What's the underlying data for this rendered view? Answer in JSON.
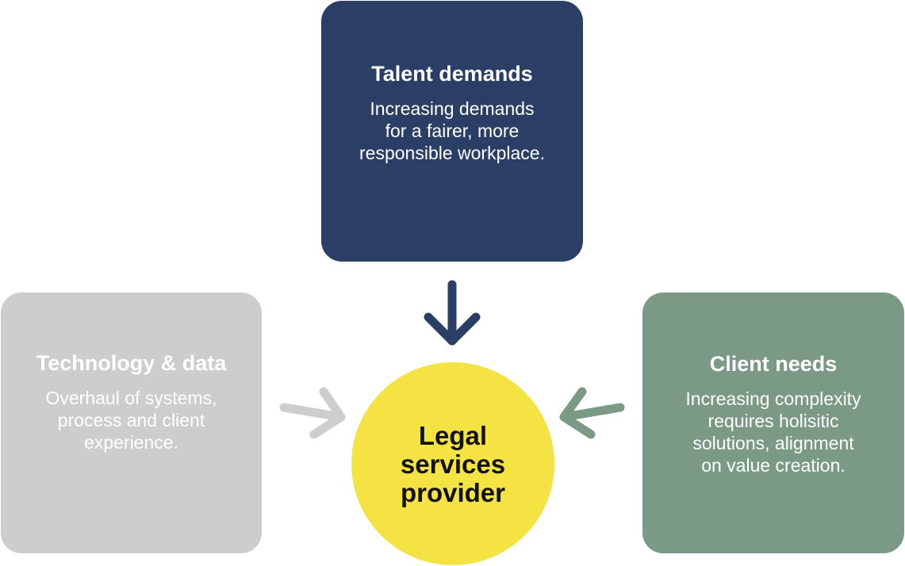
{
  "diagram": {
    "center": {
      "label_lines": [
        "Legal",
        "services",
        "provider"
      ],
      "color": "#f5e243"
    },
    "boxes": {
      "talent": {
        "title": "Talent demands",
        "desc_lines": [
          "Increasing demands",
          "for a fairer, more",
          "responsible workplace."
        ],
        "color": "#2b3f66"
      },
      "tech": {
        "title": "Technology & data",
        "desc_lines": [
          "Overhaul of systems,",
          "process and client",
          "experience."
        ],
        "color": "#cdcdce"
      },
      "client": {
        "title": "Client needs",
        "desc_lines": [
          "Increasing complexity",
          "requires holisitic",
          "solutions, alignment",
          "on value creation."
        ],
        "color": "#7b9a85"
      }
    },
    "arrows": {
      "talent_color": "#2b3f66",
      "tech_color": "#cdcdce",
      "client_color": "#7b9a85",
      "talent_icon": "arrow-down-icon",
      "tech_icon": "arrow-right-icon",
      "client_icon": "arrow-left-icon"
    }
  }
}
